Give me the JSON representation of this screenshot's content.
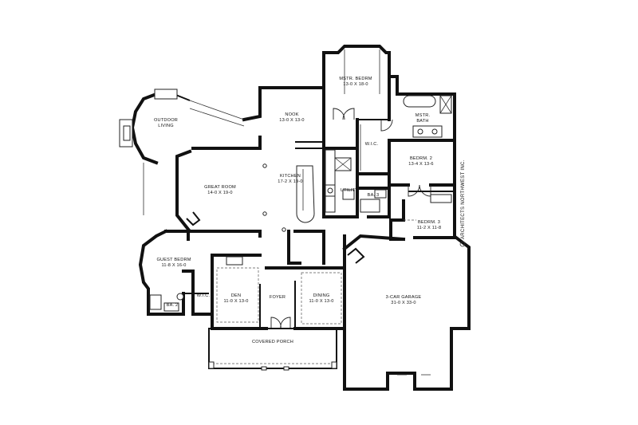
{
  "credit": "ARCHITECTS NORTHWEST INC.",
  "rooms": [
    {
      "id": "outdoor-living",
      "name": "OUTDOOR\nLIVING",
      "dims": ""
    },
    {
      "id": "nook",
      "name": "NOOK",
      "dims": "13-0 X 13-0"
    },
    {
      "id": "mstr-bedrm",
      "name": "MSTR. BEDRM",
      "dims": "13-0 X 18-0"
    },
    {
      "id": "mstr-bath",
      "name": "MSTR.\nBATH",
      "dims": ""
    },
    {
      "id": "wic-master",
      "name": "W.I.C.",
      "dims": ""
    },
    {
      "id": "great-room",
      "name": "GREAT ROOM",
      "dims": "14-0 X 19-0"
    },
    {
      "id": "kitchen",
      "name": "KITCHEN",
      "dims": "17-2 X 19-0"
    },
    {
      "id": "utility",
      "name": "UTILITY",
      "dims": ""
    },
    {
      "id": "ba-3",
      "name": "BA. 3",
      "dims": ""
    },
    {
      "id": "bedrm-2",
      "name": "BEDRM. 2",
      "dims": "13-4 X 13-6"
    },
    {
      "id": "bedrm-3",
      "name": "BEDRM. 3",
      "dims": "11-2 X 11-8"
    },
    {
      "id": "guest-bedrm",
      "name": "GUEST BEDRM",
      "dims": "11-8 X 16-0"
    },
    {
      "id": "ba-2",
      "name": "BA. 2",
      "dims": ""
    },
    {
      "id": "wic-guest",
      "name": "W.I.C.",
      "dims": ""
    },
    {
      "id": "den",
      "name": "DEN",
      "dims": "11-0 X 13-0"
    },
    {
      "id": "foyer",
      "name": "FOYER",
      "dims": ""
    },
    {
      "id": "dining",
      "name": "DINING",
      "dims": "11-0 X 13-0"
    },
    {
      "id": "garage",
      "name": "3-CAR GARAGE",
      "dims": "31-0 X 33-0"
    },
    {
      "id": "covered-porch",
      "name": "COVERED PORCH",
      "dims": ""
    }
  ]
}
